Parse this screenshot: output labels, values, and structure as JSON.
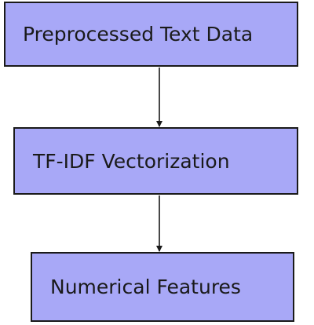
{
  "colors": {
    "node_fill": "#a8a8f7",
    "border": "#1a1a1a",
    "edge": "#1a1a1a"
  },
  "nodes": [
    {
      "id": "n1",
      "label": "Preprocessed Text Data"
    },
    {
      "id": "n2",
      "label": "TF-IDF Vectorization"
    },
    {
      "id": "n3",
      "label": "Numerical Features"
    }
  ],
  "edges": [
    {
      "from": "n1",
      "to": "n2"
    },
    {
      "from": "n2",
      "to": "n3"
    }
  ]
}
